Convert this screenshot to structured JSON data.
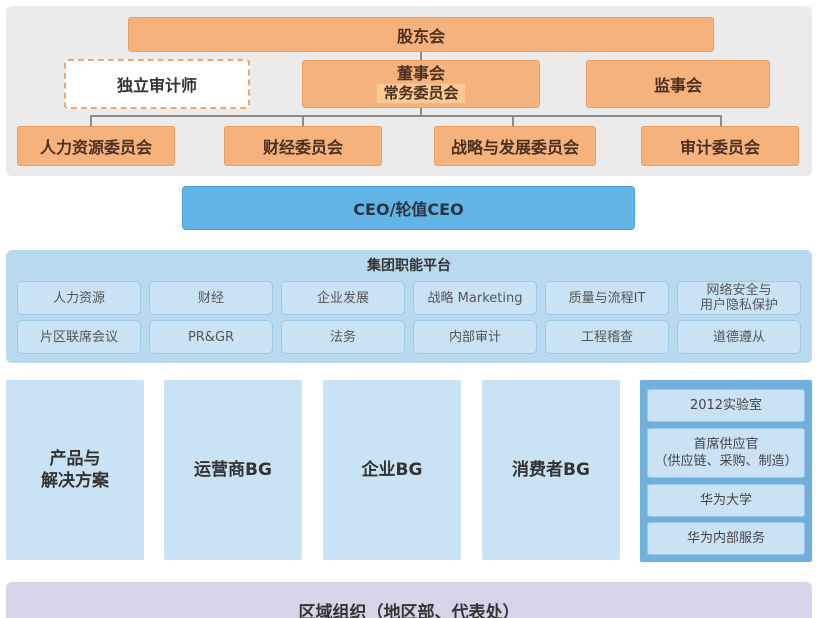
{
  "governance": {
    "shareholders": "股东会",
    "independent_auditor": "独立审计师",
    "board_line1": "董事会",
    "board_line2": "常务委员会",
    "supervisory_board": "监事会",
    "committees": [
      "人力资源委员会",
      "财经委员会",
      "战略与发展委员会",
      "审计委员会"
    ]
  },
  "ceo": "CEO/轮值CEO",
  "functional_platform": {
    "title": "集团职能平台",
    "row1": [
      "人力资源",
      "财经",
      "企业发展",
      "战略 Marketing",
      "质量与流程IT",
      "网络安全与\n用户隐私保护"
    ],
    "row2": [
      "片区联席会议",
      "PR&GR",
      "法务",
      "内部审计",
      "工程稽查",
      "道德遵从"
    ]
  },
  "business_groups": [
    "产品与\n解决方案",
    "运营商BG",
    "企业BG",
    "消费者BG"
  ],
  "side_units": [
    "2012实验室",
    "首席供应官\n（供应链、采购、制造）",
    "华为大学",
    "华为内部服务"
  ],
  "regional": "区域组织（地区部、代表处）",
  "colors": {
    "governance_orange": "#f6b27d",
    "ceo_blue": "#63b4e6",
    "functional_bg": "#b9d9ef",
    "bg_box": "#c9e3f5",
    "side_panel": "#6fb0dd",
    "regional_bg": "#d9d3ea"
  }
}
